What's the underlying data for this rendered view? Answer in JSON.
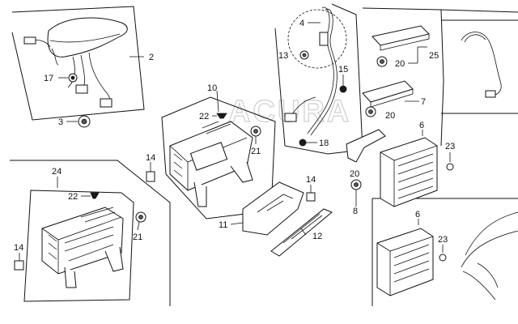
{
  "watermark": "ACURA",
  "callouts": {
    "c2": "2",
    "c3": "3",
    "c4": "4",
    "c6a": "6",
    "c6b": "6",
    "c7": "7",
    "c8": "8",
    "c10": "10",
    "c11": "11",
    "c12": "12",
    "c13": "13",
    "c14a": "14",
    "c14b": "14",
    "c14c": "14",
    "c15": "15",
    "c17": "17",
    "c18": "18",
    "c20a": "20",
    "c20b": "20",
    "c20c": "20",
    "c21a": "21",
    "c21b": "21",
    "c22a": "22",
    "c22b": "22",
    "c23a": "23",
    "c23b": "23",
    "c24": "24",
    "c25": "25"
  }
}
